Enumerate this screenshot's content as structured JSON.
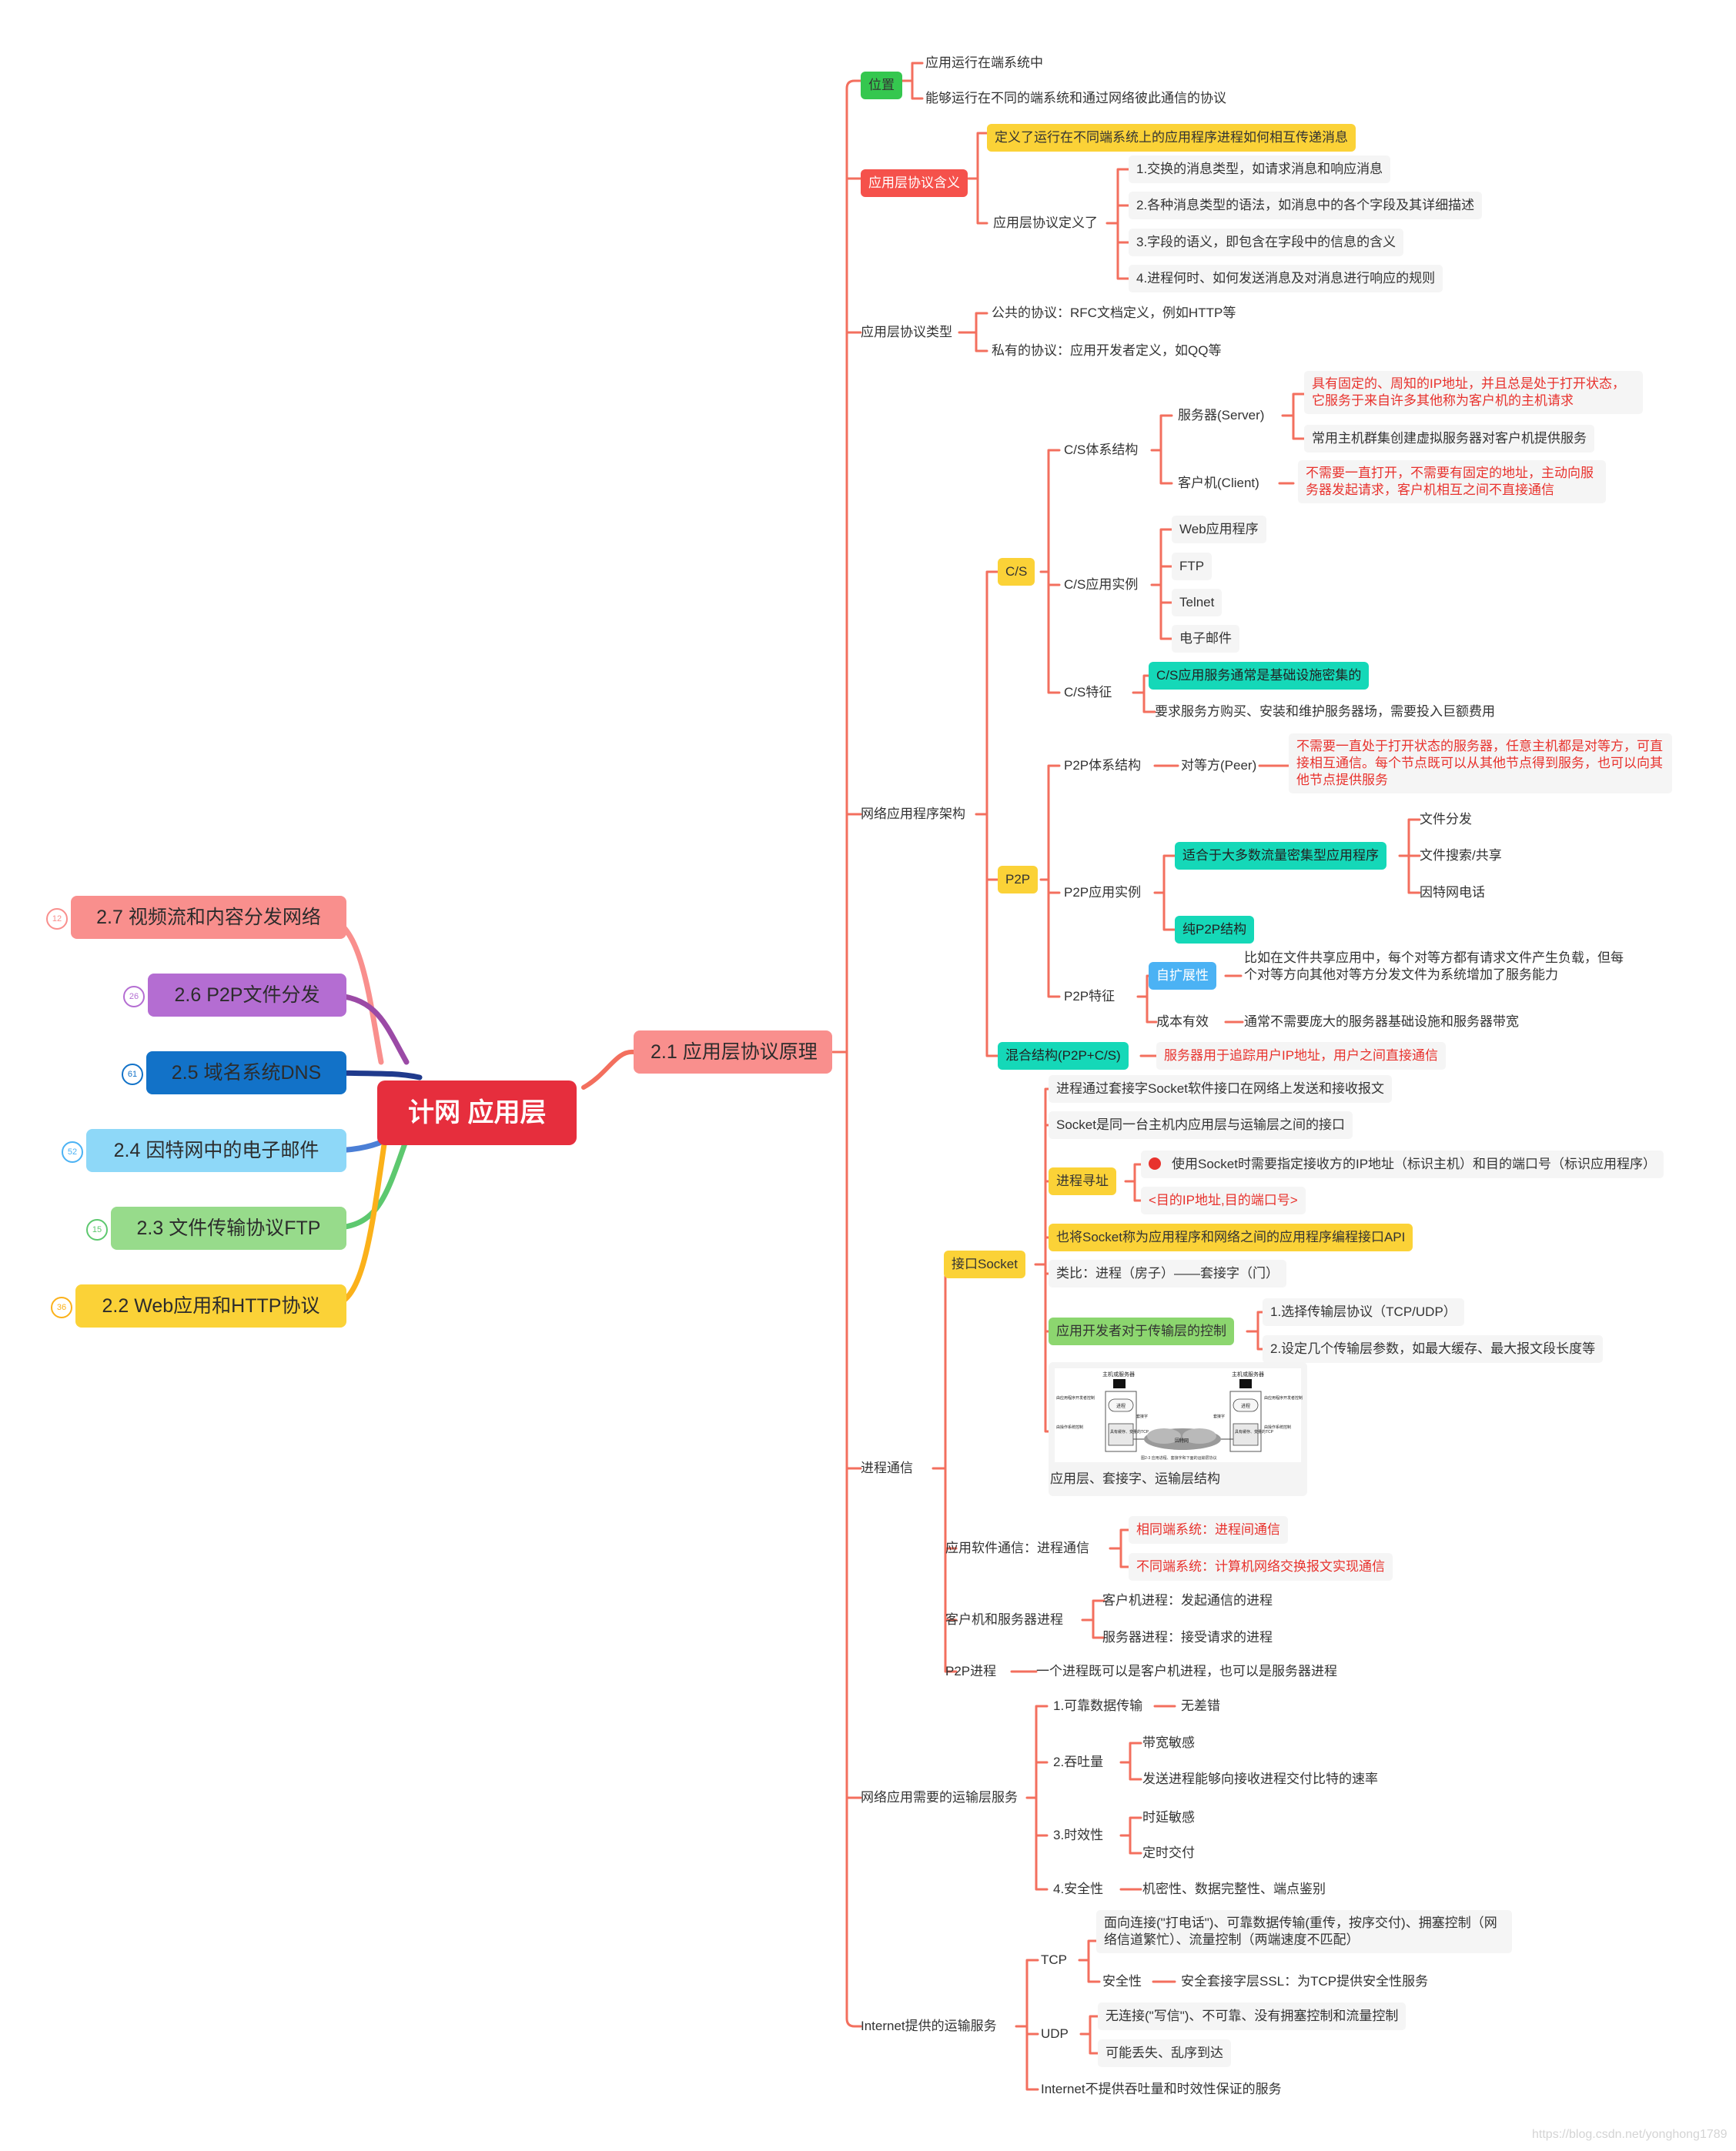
{
  "root": "计网  应用层",
  "sections": [
    {
      "label": "2.7 视频流和内容分发网络",
      "badge": "12",
      "color": "#f98f8d"
    },
    {
      "label": "2.6 P2P文件分发",
      "badge": "26",
      "color": "#b46dd2"
    },
    {
      "label": "2.5 域名系统DNS",
      "badge": "61",
      "color": "#1272c8"
    },
    {
      "label": "2.4 因特网中的电子邮件",
      "badge": "52",
      "color": "#8ed8f8"
    },
    {
      "label": "2.3 文件传输协议FTP",
      "badge": "15",
      "color": "#97db8b"
    },
    {
      "label": "2.2 Web应用和HTTP协议",
      "badge": "36",
      "color": "#fbd237"
    }
  ],
  "main": "2.1 应用层协议原理",
  "n": {
    "weizhi": "位置",
    "weizhi_1": "应用运行在端系统中",
    "weizhi_2": "能够运行在不同的端系统和通过网络彼此通信的协议",
    "hanyi": "应用层协议含义",
    "hanyi_1": "定义了运行在不同端系统上的应用程序进程如何相互传递消息",
    "dingyi": "应用层协议定义了",
    "dingyi_1": "1.交换的消息类型，如请求消息和响应消息",
    "dingyi_2": "2.各种消息类型的语法，如消息中的各个字段及其详细描述",
    "dingyi_3": "3.字段的语义，即包含在字段中的信息的含义",
    "dingyi_4": "4.进程何时、如何发送消息及对消息进行响应的规则",
    "leixing": "应用层协议类型",
    "leixing_1": "公共的协议：RFC文档定义，例如HTTP等",
    "leixing_2": "私有的协议：应用开发者定义，如QQ等",
    "jiagou": "网络应用程序架构",
    "cs": "C/S",
    "cs_tixi": "C/S体系结构",
    "server": "服务器(Server)",
    "server_1": "具有固定的、周知的IP地址，并且总是处于打开状态，它服务于来自许多其他称为客户机的主机请求",
    "server_2": "常用主机群集创建虚拟服务器对客户机提供服务",
    "client": "客户机(Client)",
    "client_1": "不需要一直打开，不需要有固定的地址，主动向服务器发起请求，客户机相互之间不直接通信",
    "cs_shili": "C/S应用实例",
    "web": "Web应用程序",
    "ftp": "FTP",
    "telnet": "Telnet",
    "email": "电子邮件",
    "cs_tezheng": "C/S特征",
    "cs_tz1": "C/S应用服务通常是基础设施密集的",
    "cs_tz2": "要求服务方购买、安装和维护服务器场，需要投入巨额费用",
    "p2p": "P2P",
    "p2p_tixi": "P2P体系结构",
    "peer": "对等方(Peer)",
    "peer_1": "不需要一直处于打开状态的服务器，任意主机都是对等方，可直接相互通信。每个节点既可以从其他节点得到服务，也可以向其他节点提供服务",
    "p2p_shili": "P2P应用实例",
    "p2p_liuliang": "适合于大多数流量密集型应用程序",
    "wjfenfa": "文件分发",
    "wjsousuo": "文件搜索/共享",
    "ywdianhua": "因特网电话",
    "chun_p2p": "纯P2P结构",
    "p2p_tezheng": "P2P特征",
    "zikuozhan": "自扩展性",
    "zikuozhan_1": "比如在文件共享应用中，每个对等方都有请求文件产生负载，但每个对等方向其他对等方分发文件为系统增加了服务能力",
    "chengben": "成本有效",
    "chengben_1": "通常不需要庞大的服务器基础设施和服务器带宽",
    "hunhe": "混合结构(P2P+C/S)",
    "hunhe_1": "服务器用于追踪用户IP地址，用户之间直接通信",
    "jincheng": "进程通信",
    "socket": "接口Socket",
    "socket_1": "进程通过套接字Socket软件接口在网络上发送和接收报文",
    "socket_2": "Socket是同一台主机内应用层与运输层之间的接口",
    "xunzhi": "进程寻址",
    "xunzhi_1": "使用Socket时需要指定接收方的IP地址（标识主机）和目的端口号（标识应用程序）",
    "xunzhi_2": "<目的IP地址,目的端口号>",
    "socket_api": "也将Socket称为应用程序和网络之间的应用程序编程接口API",
    "leibi": "类比：进程（房子）——套接字（门）",
    "kongzhi": "应用开发者对于传输层的控制",
    "kongzhi_1": "1.选择传输层协议（TCP/UDP）",
    "kongzhi_2": "2.设定几个传输层参数，如最大缓存、最大报文段长度等",
    "jiegou": "应用层、套接字、运输层结构",
    "fig_host1": "主机或服务器",
    "fig_host2": "主机或服务器",
    "fig_dev": "由应用程序开发者控制",
    "fig_os": "由操作系统控制",
    "fig_proc1": "进程",
    "fig_proc2": "进程",
    "fig_sock1": "套接字",
    "fig_sock2": "套接字",
    "fig_tcp1": "具有缓存、变量的TCP",
    "fig_tcp2": "具有缓存、变量的TCP",
    "fig_internet": "因特网",
    "fig_caption": "图2-3 应用进程、套接字和下面的运输层协议",
    "ruanjian": "应用软件通信：进程通信",
    "ruanjian_1": "相同端系统：进程间通信",
    "ruanjian_2": "不同端系统：计算机网络交换报文实现通信",
    "kehu_fuwu": "客户机和服务器进程",
    "kehu_jc": "客户机进程：发起通信的进程",
    "fuwu_jc": "服务器进程：接受请求的进程",
    "p2p_jc": "P2P进程",
    "p2p_jc_1": "一个进程既可以是客户机进程，也可以是服务器进程",
    "yunshu": "网络应用需要的运输层服务",
    "kekao": "1.可靠数据传输",
    "wuchacuo": "无差错",
    "tuntu": "2.吞吐量",
    "daikuan": "带宽敏感",
    "tuntu_1": "发送进程能够向接收进程交付比特的速率",
    "shixiao": "3.时效性",
    "shiyan": "时延敏感",
    "dingshi": "定时交付",
    "anquan": "4.安全性",
    "anquan_1": "机密性、数据完整性、端点鉴别",
    "internet_fw": "Internet提供的运输服务",
    "tcp": "TCP",
    "tcp_1": "面向连接(\"打电话\")、可靠数据传输(重传，按序交付)、拥塞控制（网络信道繁忙）、流量控制（两端速度不匹配）",
    "tcp_anquan": "安全性",
    "tcp_ssl": "安全套接字层SSL：为TCP提供安全性服务",
    "udp": "UDP",
    "udp_1": "无连接(\"写信\")、不可靠、没有拥塞控制和流量控制",
    "udp_2": "可能丢失、乱序到达",
    "internet_no": "Internet不提供吞吐量和时效性保证的服务"
  },
  "watermark": "https://blog.csdn.net/yonghong1789",
  "colors": {
    "branch": "#f36f5e",
    "root": "#e62e3d",
    "main_node": "#f98f8d"
  }
}
